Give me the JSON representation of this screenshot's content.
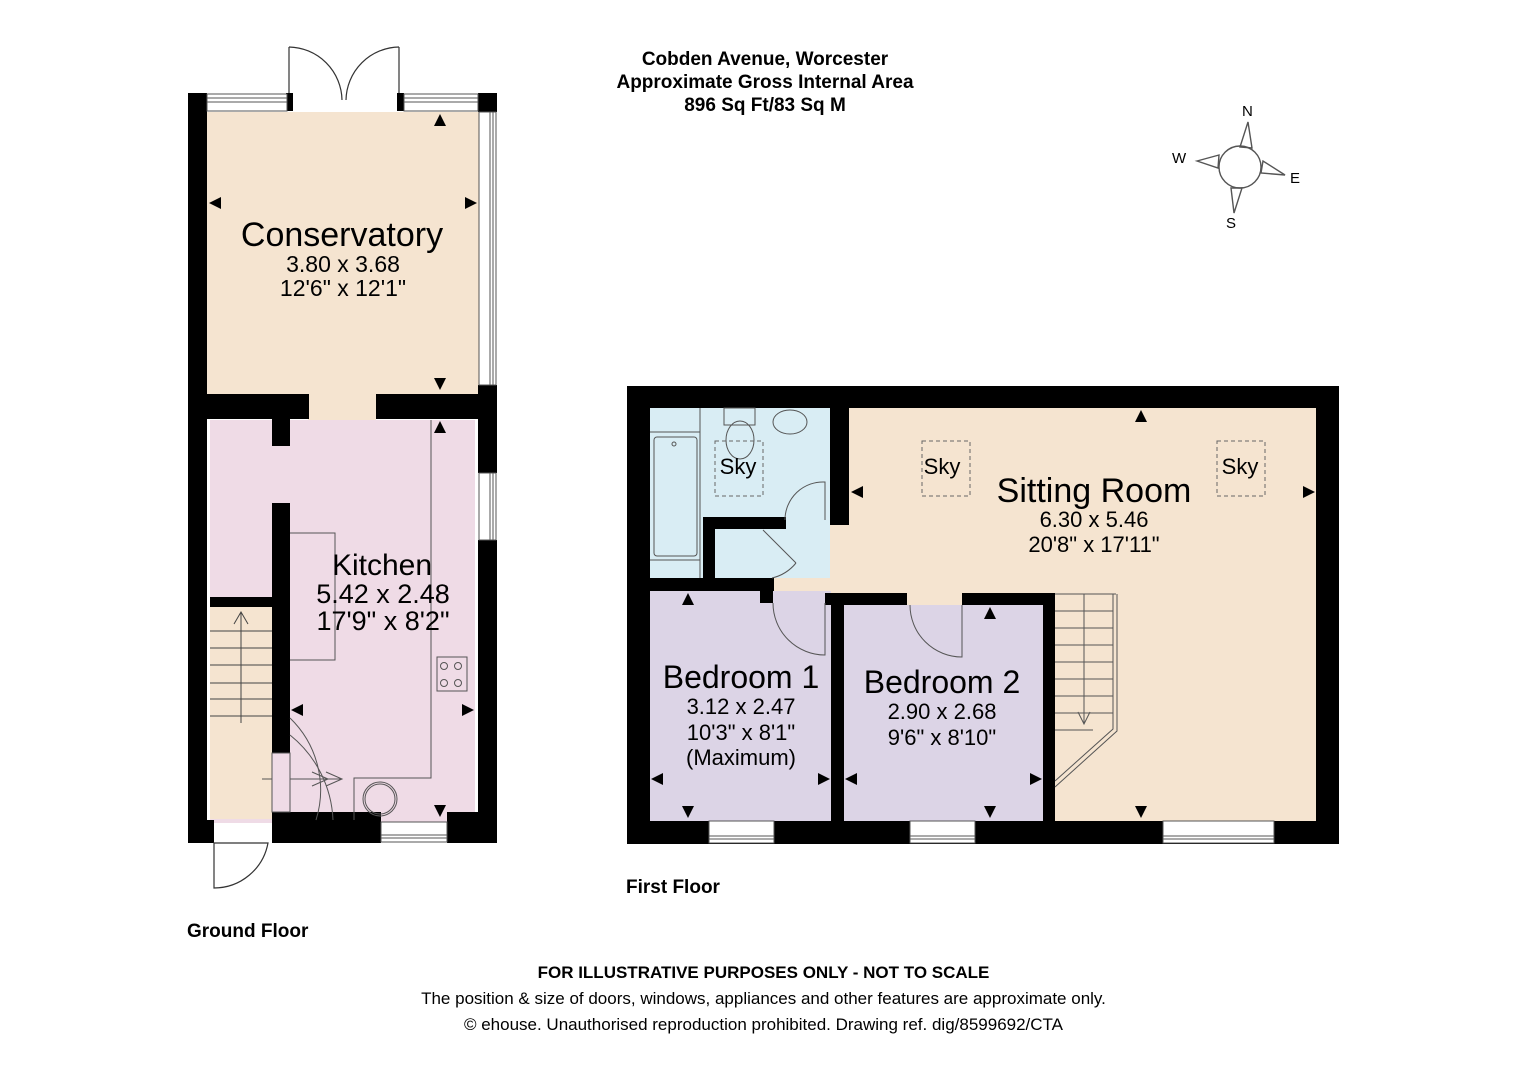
{
  "header": {
    "address": "Cobden Avenue, Worcester",
    "area_label": "Approximate Gross Internal Area",
    "area_value": "896 Sq Ft/83 Sq M"
  },
  "compass": {
    "north": "N",
    "east": "E",
    "south": "S",
    "west": "W"
  },
  "floors": {
    "ground": {
      "label": "Ground Floor",
      "rooms": [
        {
          "name": "Conservatory",
          "metric": "3.80 x 3.68",
          "imperial": "12'6\" x 12'1\"",
          "color": "#f5e4d0"
        },
        {
          "name": "Kitchen",
          "metric": "5.42 x 2.48",
          "imperial": "17'9\" x 8'2\"",
          "color": "#efdbe6"
        }
      ]
    },
    "first": {
      "label": "First Floor",
      "rooms": [
        {
          "name": "Sitting Room",
          "metric": "6.30 x 5.46",
          "imperial": "20'8\" x 17'11\"",
          "color": "#f5e4d0"
        },
        {
          "name": "Bedroom 1",
          "metric": "3.12 x 2.47",
          "imperial": "10'3\" x 8'1\"",
          "note": "(Maximum)",
          "color": "#dcd4e6"
        },
        {
          "name": "Bedroom 2",
          "metric": "2.90 x 2.68",
          "imperial": "9'6\" x 8'10\"",
          "color": "#dcd4e6"
        }
      ],
      "skylights": [
        "Sky",
        "Sky",
        "Sky"
      ],
      "bathroom_color": "#d9edf4"
    }
  },
  "footer": {
    "disclaimer": "FOR ILLUSTRATIVE PURPOSES ONLY - NOT TO SCALE",
    "note": "The position & size of doors, windows, appliances and other features are approximate only.",
    "copyright": "© ehouse. Unauthorised reproduction prohibited. Drawing ref. dig/8599692/CTA"
  },
  "colors": {
    "wall": "#000000",
    "beige": "#f5e4d0",
    "pink": "#efdbe6",
    "lilac": "#dcd4e6",
    "blue": "#d9edf4"
  }
}
